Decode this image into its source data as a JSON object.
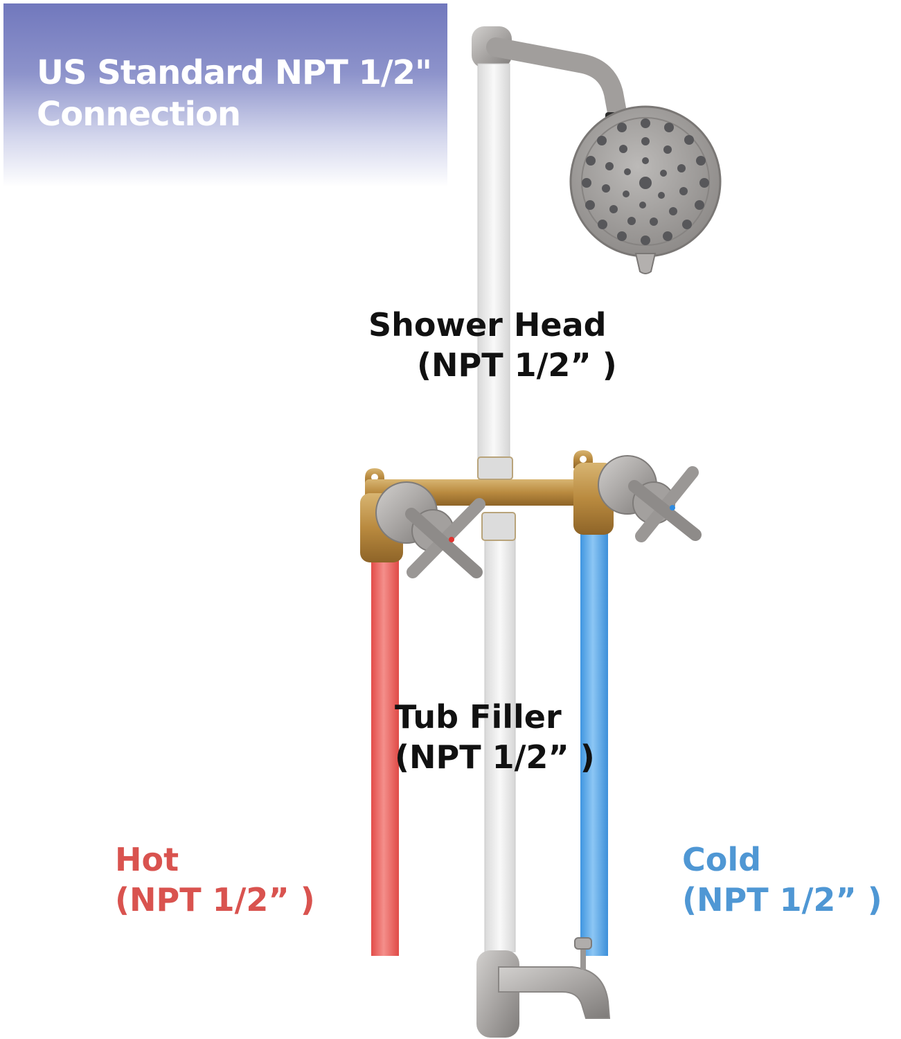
{
  "banner": {
    "line1": "US Standard NPT 1/2\"",
    "line2": "Connection"
  },
  "labels": {
    "shower_head": {
      "name": "Shower Head",
      "spec": "(NPT 1/2” )"
    },
    "tub_filler": {
      "name": "Tub Filler",
      "spec": "(NPT 1/2” )"
    },
    "hot": {
      "name": "Hot",
      "spec": "(NPT 1/2” )"
    },
    "cold": {
      "name": "Cold",
      "spec": "(NPT 1/2” )"
    }
  },
  "colors": {
    "hot": "#d9534f",
    "cold": "#4f97d4",
    "hot_pipe": "#ee6f6b",
    "cold_pipe": "#5aa8ea",
    "brass": "#c9a05a",
    "brushed_nickel": "#a8a5a3"
  }
}
